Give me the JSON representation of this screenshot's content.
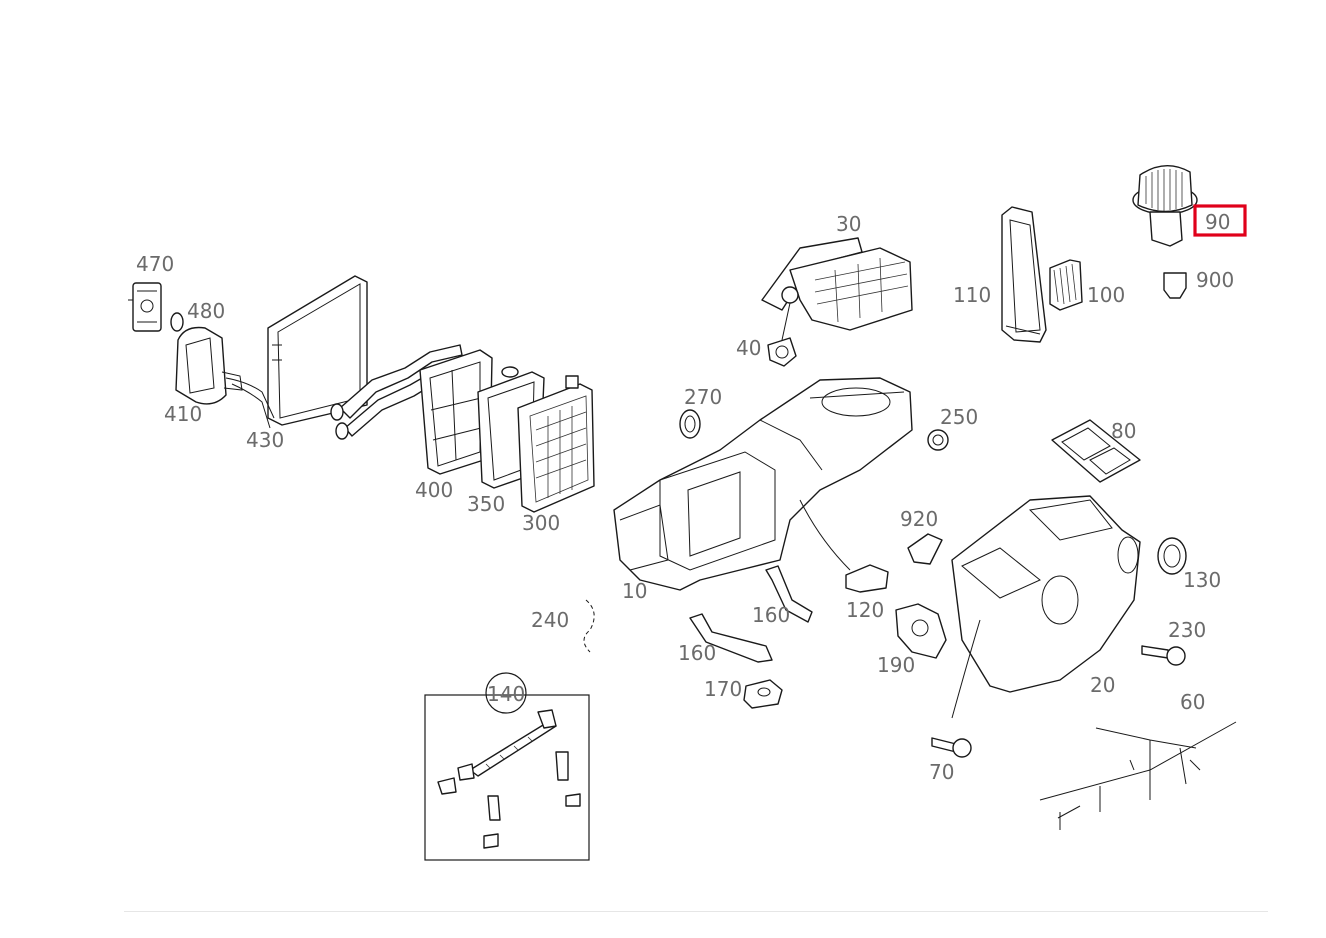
{
  "callouts": {
    "c470": "470",
    "c480": "480",
    "c410": "410",
    "c430": "430",
    "c400": "400",
    "c350": "350",
    "c300": "300",
    "c30": "30",
    "c40": "40",
    "c110": "110",
    "c100": "100",
    "c90": "90",
    "c900": "900",
    "c270": "270",
    "c250": "250",
    "c80": "80",
    "c920": "920",
    "c130": "130",
    "c10": "10",
    "c120": "120",
    "c240": "240",
    "c160a": "160",
    "c160b": "160",
    "c190": "190",
    "c230": "230",
    "c20": "20",
    "c170": "170",
    "c140": "140",
    "c60": "60",
    "c70": "70"
  },
  "highlighted_callout": "90",
  "highlight_color": "#e0001a",
  "callout_color": "#6b6b6b"
}
